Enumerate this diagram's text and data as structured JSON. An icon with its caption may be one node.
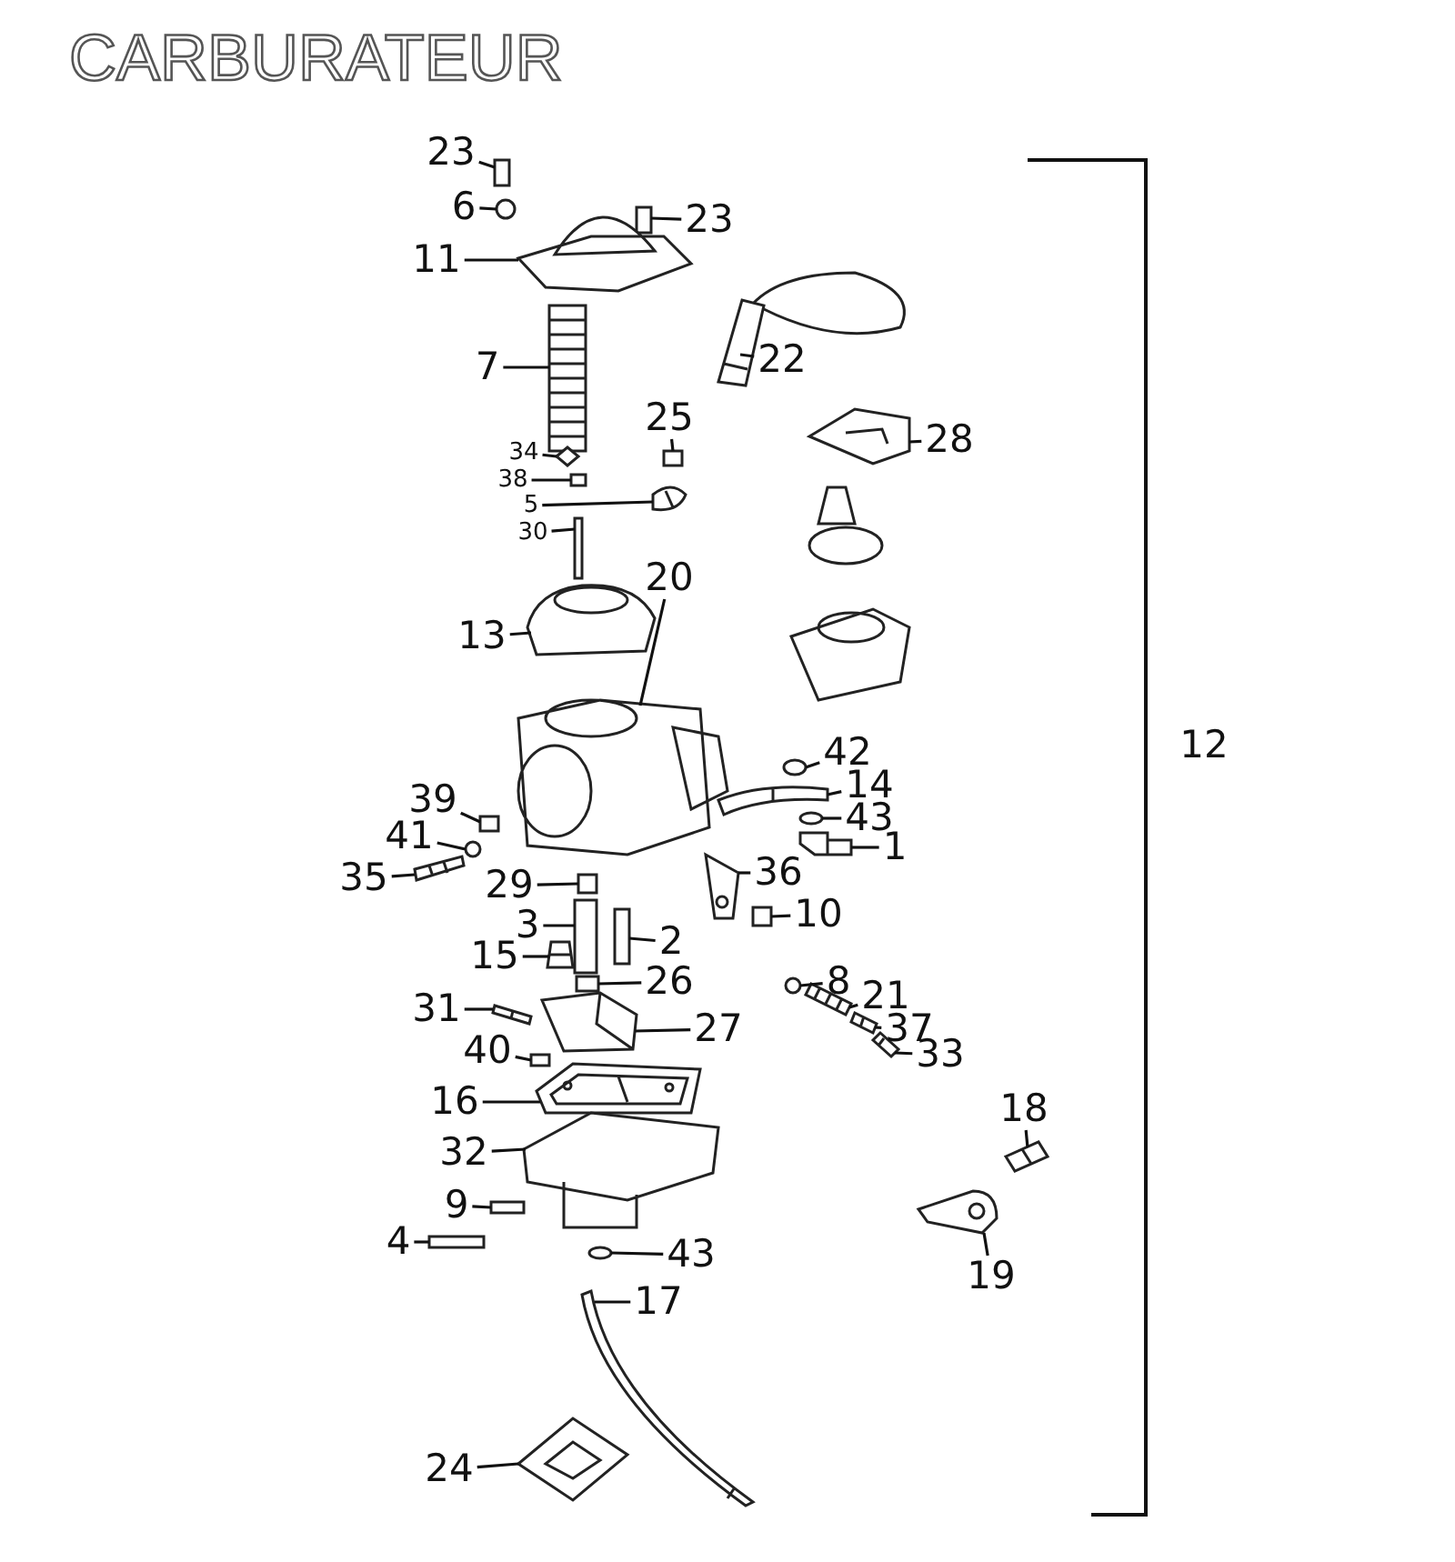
{
  "diagram": {
    "title": "CARBURATEUR",
    "nodes": [
      {
        "text": [
          "23"
        ]
      },
      {
        "text": [
          "6"
        ]
      },
      {
        "text": [
          "23"
        ]
      },
      {
        "text": [
          "11"
        ]
      },
      {
        "text": [
          "22"
        ]
      },
      {
        "text": [
          "7"
        ]
      },
      {
        "text": [
          "25"
        ]
      },
      {
        "text": [
          "28"
        ]
      },
      {
        "text": [
          "34"
        ]
      },
      {
        "text": [
          "38"
        ]
      },
      {
        "text": [
          "5"
        ]
      },
      {
        "text": [
          "30"
        ]
      },
      {
        "text": [
          "20"
        ]
      },
      {
        "text": [
          "13"
        ]
      },
      {
        "text": [
          "42"
        ]
      },
      {
        "text": [
          "14"
        ]
      },
      {
        "text": [
          "39"
        ]
      },
      {
        "text": [
          "43"
        ]
      },
      {
        "text": [
          "41"
        ]
      },
      {
        "text": [
          "1"
        ]
      },
      {
        "text": [
          "36"
        ]
      },
      {
        "text": [
          "35"
        ]
      },
      {
        "text": [
          "29"
        ]
      },
      {
        "text": [
          "10"
        ]
      },
      {
        "text": [
          "3"
        ]
      },
      {
        "text": [
          "2"
        ]
      },
      {
        "text": [
          "15"
        ]
      },
      {
        "text": [
          "26"
        ]
      },
      {
        "text": [
          "8"
        ]
      },
      {
        "text": [
          "21"
        ]
      },
      {
        "text": [
          "31"
        ]
      },
      {
        "text": [
          "27"
        ]
      },
      {
        "text": [
          "37"
        ]
      },
      {
        "text": [
          "40"
        ]
      },
      {
        "text": [
          "33"
        ]
      },
      {
        "text": [
          "16"
        ]
      },
      {
        "text": [
          "18"
        ]
      },
      {
        "text": [
          "32"
        ]
      },
      {
        "text": [
          "9"
        ]
      },
      {
        "text": [
          "4"
        ]
      },
      {
        "text": [
          "43"
        ]
      },
      {
        "text": [
          "19"
        ]
      },
      {
        "text": [
          "17"
        ]
      },
      {
        "text": [
          "24"
        ]
      },
      {
        "text": [],
        "shape": "box"
      },
      {
        "text": [],
        "shape": "circle"
      },
      {
        "text": [],
        "shape": "box"
      },
      {
        "text": [],
        "shape": "picture"
      },
      {
        "text": [],
        "shape": "picture"
      },
      {
        "text": [],
        "shape": "picture"
      },
      {
        "text": [],
        "shape": "box"
      },
      {
        "text": [],
        "shape": "picture"
      },
      {
        "text": [],
        "shape": "diamond"
      },
      {
        "text": [],
        "shape": "box"
      },
      {
        "text": [],
        "shape": "picture"
      },
      {
        "text": [],
        "shape": "box"
      },
      {
        "text": [],
        "shape": "picture"
      },
      {
        "text": [],
        "shape": "picture"
      },
      {
        "text": [],
        "shape": "circle"
      },
      {
        "text": [],
        "shape": "picture"
      },
      {
        "text": [],
        "shape": "box"
      },
      {
        "text": [],
        "shape": "circle"
      },
      {
        "text": [],
        "shape": "circle"
      },
      {
        "text": [],
        "shape": "picture"
      },
      {
        "text": [],
        "shape": "picture"
      },
      {
        "text": [],
        "shape": "picture"
      },
      {
        "text": [],
        "shape": "box"
      },
      {
        "text": [],
        "shape": "box"
      },
      {
        "text": [],
        "shape": "box"
      },
      {
        "text": [],
        "shape": "box"
      },
      {
        "text": [],
        "shape": "picture"
      },
      {
        "text": [],
        "shape": "box"
      },
      {
        "text": [],
        "shape": "circle"
      },
      {
        "text": [],
        "shape": "picture"
      },
      {
        "text": [],
        "shape": "picture"
      },
      {
        "text": [],
        "shape": "picture"
      },
      {
        "text": [],
        "shape": "picture"
      },
      {
        "text": [],
        "shape": "box"
      },
      {
        "text": [],
        "shape": "picture"
      },
      {
        "text": [],
        "shape": "picture"
      },
      {
        "text": [],
        "shape": "picture"
      },
      {
        "text": [],
        "shape": "picture"
      },
      {
        "text": [],
        "shape": "box"
      },
      {
        "text": [],
        "shape": "box"
      },
      {
        "text": [],
        "shape": "circle"
      },
      {
        "text": [],
        "shape": "picture"
      },
      {
        "text": [],
        "shape": "picture"
      },
      {
        "text": [],
        "shape": "picture"
      }
    ],
    "edges": [
      {
        "from": 0,
        "to": 44,
        "arrow": "none"
      },
      {
        "from": 1,
        "to": 45,
        "arrow": "none"
      },
      {
        "from": 2,
        "to": 46,
        "arrow": "none"
      },
      {
        "from": 3,
        "to": 47,
        "arrow": "none"
      },
      {
        "from": 4,
        "to": 48,
        "arrow": "none"
      },
      {
        "from": 5,
        "to": 49,
        "arrow": "none"
      },
      {
        "from": 6,
        "to": 50,
        "arrow": "none"
      },
      {
        "from": 7,
        "to": 51,
        "arrow": "none"
      },
      {
        "from": 8,
        "to": 52,
        "arrow": "none"
      },
      {
        "from": 9,
        "to": 53,
        "arrow": "none"
      },
      {
        "from": 10,
        "to": 54,
        "arrow": "none"
      },
      {
        "from": 11,
        "to": 55,
        "arrow": "none"
      },
      {
        "from": 12,
        "to": 56,
        "arrow": "none"
      },
      {
        "from": 13,
        "to": 57,
        "arrow": "none"
      },
      {
        "from": 14,
        "to": 58,
        "arrow": "none"
      },
      {
        "from": 15,
        "to": 59,
        "arrow": "none"
      },
      {
        "from": 16,
        "to": 60,
        "arrow": "none"
      },
      {
        "from": 17,
        "to": 61,
        "arrow": "none"
      },
      {
        "from": 18,
        "to": 62,
        "arrow": "none"
      },
      {
        "from": 19,
        "to": 63,
        "arrow": "none"
      },
      {
        "from": 20,
        "to": 64,
        "arrow": "none"
      },
      {
        "from": 21,
        "to": 65,
        "arrow": "none"
      },
      {
        "from": 22,
        "to": 66,
        "arrow": "none"
      },
      {
        "from": 23,
        "to": 67,
        "arrow": "none"
      },
      {
        "from": 24,
        "to": 68,
        "arrow": "none"
      },
      {
        "from": 25,
        "to": 69,
        "arrow": "none"
      },
      {
        "from": 26,
        "to": 70,
        "arrow": "none"
      },
      {
        "from": 27,
        "to": 71,
        "arrow": "none"
      },
      {
        "from": 28,
        "to": 72,
        "arrow": "none"
      },
      {
        "from": 29,
        "to": 73,
        "arrow": "none"
      },
      {
        "from": 30,
        "to": 74,
        "arrow": "none"
      },
      {
        "from": 31,
        "to": 75,
        "arrow": "none"
      },
      {
        "from": 32,
        "to": 76,
        "arrow": "none"
      },
      {
        "from": 33,
        "to": 77,
        "arrow": "none"
      },
      {
        "from": 34,
        "to": 78,
        "arrow": "none"
      },
      {
        "from": 35,
        "to": 79,
        "arrow": "none"
      },
      {
        "from": 36,
        "to": 80,
        "arrow": "none"
      },
      {
        "from": 37,
        "to": 81,
        "arrow": "none"
      },
      {
        "from": 38,
        "to": 82,
        "arrow": "none"
      },
      {
        "from": 39,
        "to": 83,
        "arrow": "none"
      },
      {
        "from": 40,
        "to": 84,
        "arrow": "none"
      },
      {
        "from": 41,
        "to": 85,
        "arrow": "none"
      },
      {
        "from": 42,
        "to": 86,
        "arrow": "none"
      },
      {
        "from": 43,
        "to": 87,
        "arrow": "none"
      }
    ],
    "labels": [
      "12"
    ]
  }
}
